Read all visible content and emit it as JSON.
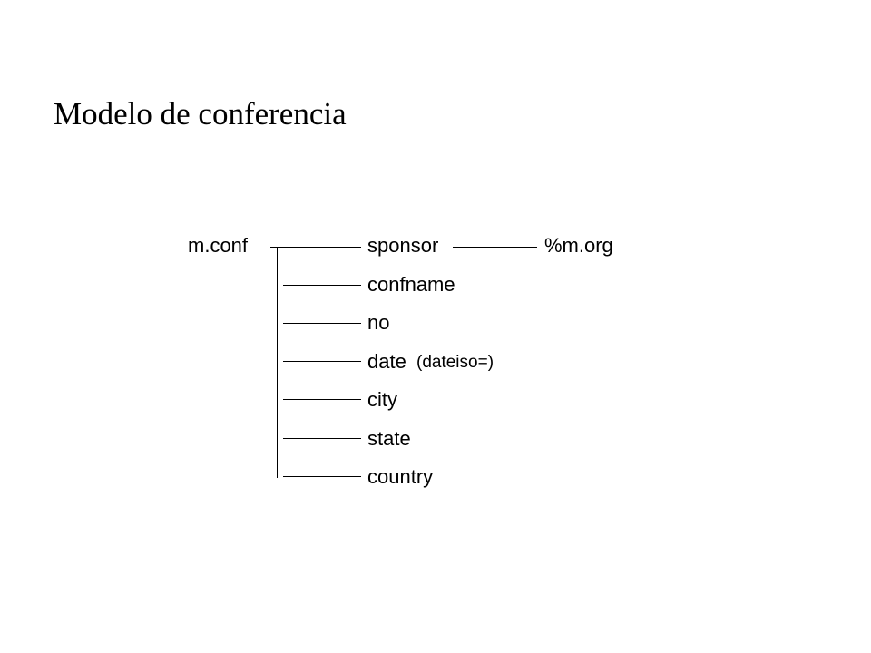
{
  "slide": {
    "title": "Modelo de conferencia"
  },
  "diagram": {
    "root": "m.conf",
    "children": [
      {
        "label": "sponsor",
        "link": "%m.org"
      },
      {
        "label": "confname"
      },
      {
        "label": "no"
      },
      {
        "label": "date",
        "attribute": "(dateiso=)"
      },
      {
        "label": "city"
      },
      {
        "label": "state"
      },
      {
        "label": "country"
      }
    ]
  }
}
